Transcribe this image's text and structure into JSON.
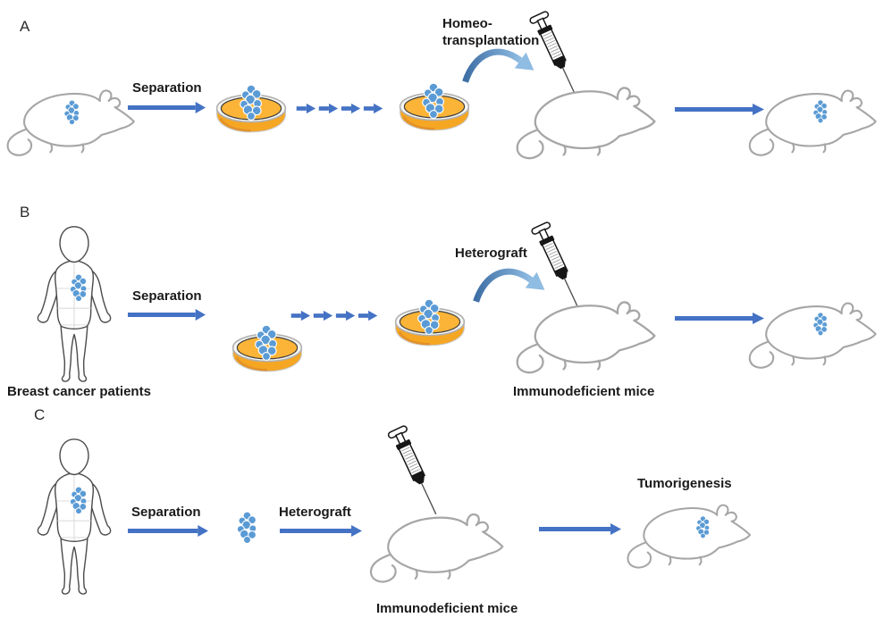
{
  "colors": {
    "arrow-blue": "#4472C4",
    "cell-blue": "#5B9BD5",
    "cell-edge": "#FFFFFF",
    "dish-top": "#FBB437",
    "dish-side": "#F5A623",
    "curve-dark": "#3E6FA5",
    "curve-light": "#8FBCE2",
    "mouse-outline": "#A6A6A6",
    "human-outline": "#4D4D4D",
    "text-color": "#1A1A1A"
  },
  "icons": {
    "mouse": "lab-mouse-outline",
    "human": "patient-body-outline",
    "petri_dish": "petri-dish",
    "cells": "tumor-cell-cluster",
    "syringe": "injection-syringe",
    "straight_arrow": "right-arrow",
    "dashed_arrow": "dashed-right-arrow",
    "curved_arrow": "curved-transfer-arrow"
  },
  "panels": {
    "a": {
      "label": "A",
      "separation": "Separation",
      "transplant_line1": "Homeo-",
      "transplant_line2": "transplantation"
    },
    "b": {
      "label": "B",
      "separation": "Separation",
      "graft": "Heterograft",
      "source_label": "Breast cancer patients",
      "host_label": "Immunodeficient mice"
    },
    "c": {
      "label": "C",
      "separation": "Separation",
      "graft": "Heterograft",
      "host_label": "Immunodeficient mice",
      "result_label": "Tumorigenesis"
    }
  }
}
